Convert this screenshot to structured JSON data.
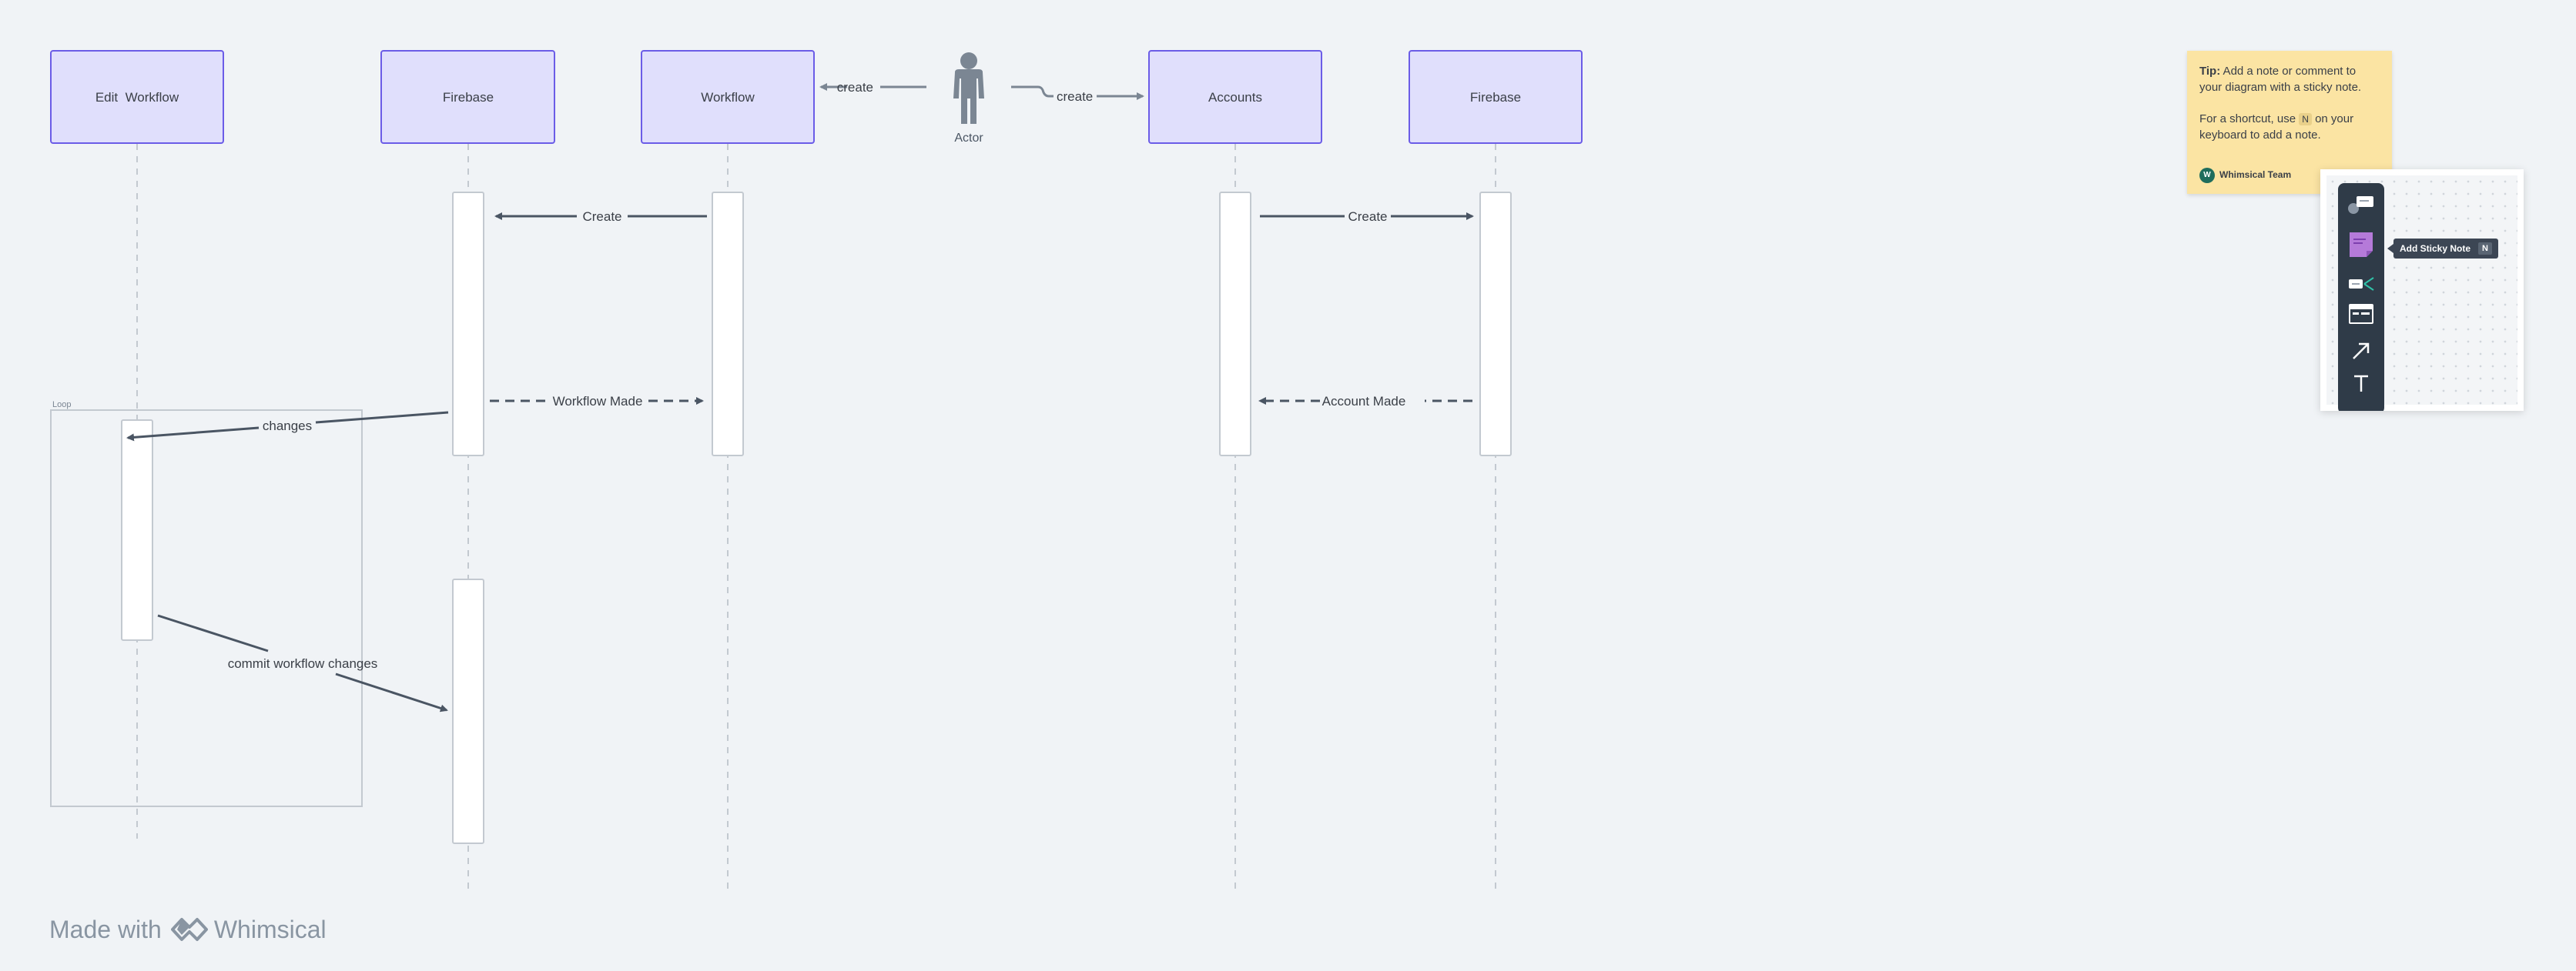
{
  "participants": [
    {
      "id": "edit-workflow",
      "label": "Edit  Workflow"
    },
    {
      "id": "firebase-1",
      "label": "Firebase"
    },
    {
      "id": "workflow",
      "label": "Workflow"
    },
    {
      "id": "accounts",
      "label": "Accounts"
    },
    {
      "id": "firebase-2",
      "label": "Firebase"
    }
  ],
  "actor": {
    "label": "Actor"
  },
  "loop": {
    "label": "Loop"
  },
  "messages": [
    {
      "id": "actor-create-workflow",
      "label": "create",
      "style": "solid"
    },
    {
      "id": "actor-create-accounts",
      "label": "create",
      "style": "solid"
    },
    {
      "id": "workflow-create-firebase",
      "label": "Create",
      "style": "solid"
    },
    {
      "id": "accounts-create-firebase",
      "label": "Create",
      "style": "solid"
    },
    {
      "id": "firebase-workflow-made",
      "label": "Workflow Made",
      "style": "dashed"
    },
    {
      "id": "firebase-account-made",
      "label": "Account Made",
      "style": "dashed"
    },
    {
      "id": "firebase-changes",
      "label": "changes",
      "style": "solid"
    },
    {
      "id": "commit-changes",
      "label": "commit workflow changes",
      "style": "solid"
    }
  ],
  "sticky_note": {
    "tip_label": "Tip:",
    "tip_text": " Add a note or comment to your diagram with a sticky note.",
    "shortcut_prefix": "For a shortcut, use ",
    "shortcut_key": "N",
    "shortcut_suffix": " on your keyboard to add a note.",
    "author_initials": "W",
    "author": "Whimsical Team"
  },
  "tool_panel": {
    "tooltip_label": "Add Sticky Note",
    "tooltip_key": "N",
    "tools": [
      "comment-icon",
      "sticky-note-icon",
      "flowchart-icon",
      "wireframe-icon",
      "arrow-icon",
      "text-icon"
    ]
  },
  "footer": {
    "prefix": "Made with",
    "brand": "Whimsical"
  },
  "colors": {
    "background": "#f0f3f6",
    "participant_fill": "#e0dffc",
    "participant_border": "#6b5ce7",
    "message_line": "#4a5563",
    "lifeline": "#c3c9d0",
    "actor": "#7b8693",
    "sticky": "#fbe4a3",
    "toolbar": "#2f3b48"
  }
}
